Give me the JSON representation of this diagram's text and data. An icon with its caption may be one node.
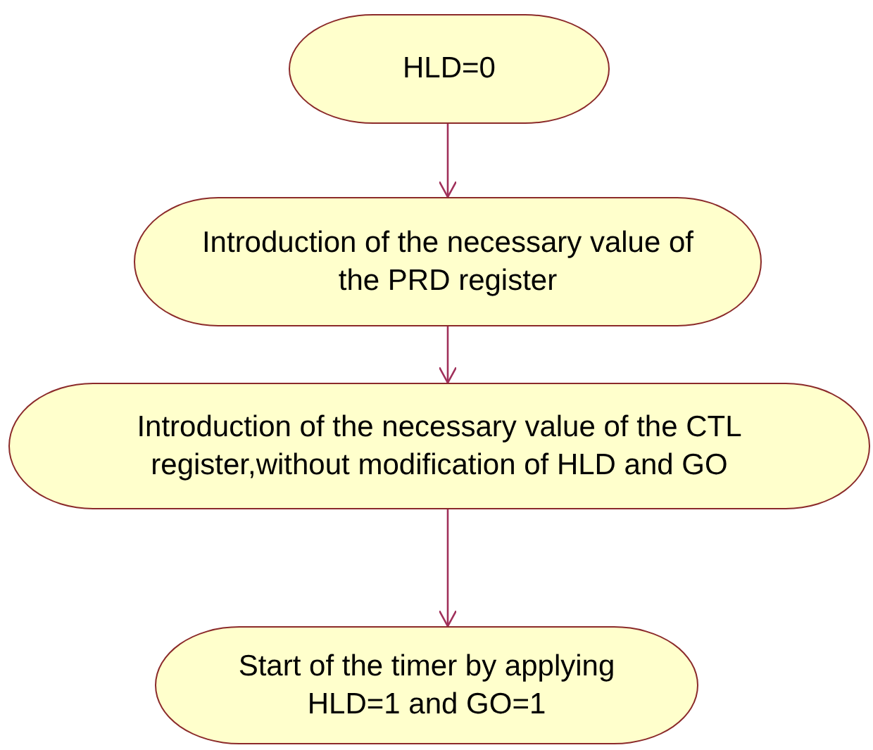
{
  "diagram": {
    "nodes": [
      {
        "text": [
          "HLD=0"
        ]
      },
      {
        "text": [
          "Introduction of the necessary value of the PRD register"
        ]
      },
      {
        "text": [
          "Introduction of the necessary value of the CTL register,without modification of HLD and GO"
        ]
      },
      {
        "text": [
          "Start of the timer by applying HLD=1 and GO=1"
        ]
      }
    ],
    "edges": [
      {
        "from": 0,
        "to": 1,
        "arrow": "to"
      },
      {
        "from": 1,
        "to": 2,
        "arrow": "to"
      },
      {
        "from": 2,
        "to": 3,
        "arrow": "to"
      }
    ]
  }
}
